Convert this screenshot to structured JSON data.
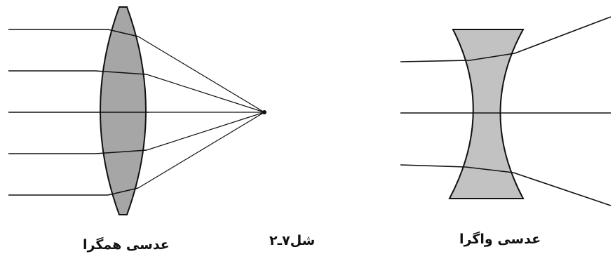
{
  "labels": {
    "convex_lens": "عدسی همگرا",
    "figure_number": "شل۷ـ۲",
    "concave_lens": "عدسی واگرا"
  },
  "colors": {
    "convex_fill": "#a6a6a6",
    "concave_fill": "#c2c2c2",
    "stroke": "#111111",
    "background": "#ffffff"
  },
  "diagram": {
    "convex": {
      "incoming_ray_count": 5,
      "converges_to": "focal-point"
    },
    "concave": {
      "incoming_ray_count": 3,
      "diverges": true
    }
  }
}
